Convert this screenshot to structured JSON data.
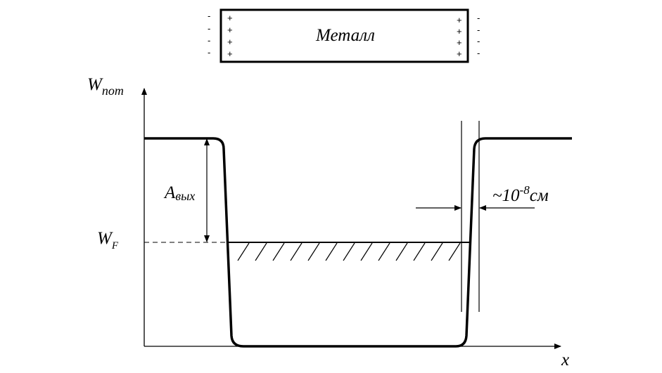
{
  "metal_box": {
    "label": "Металл",
    "inner_sign": "+",
    "outer_sign": "-"
  },
  "axes": {
    "y_label_main": "W",
    "y_label_sub": "пот",
    "x_label": "x"
  },
  "labels": {
    "work_function_main": "A",
    "work_function_sub": "вых",
    "fermi_main": "W",
    "fermi_sub": "F",
    "thickness_prefix": "~10",
    "thickness_exp": "-8",
    "thickness_unit": "см"
  }
}
